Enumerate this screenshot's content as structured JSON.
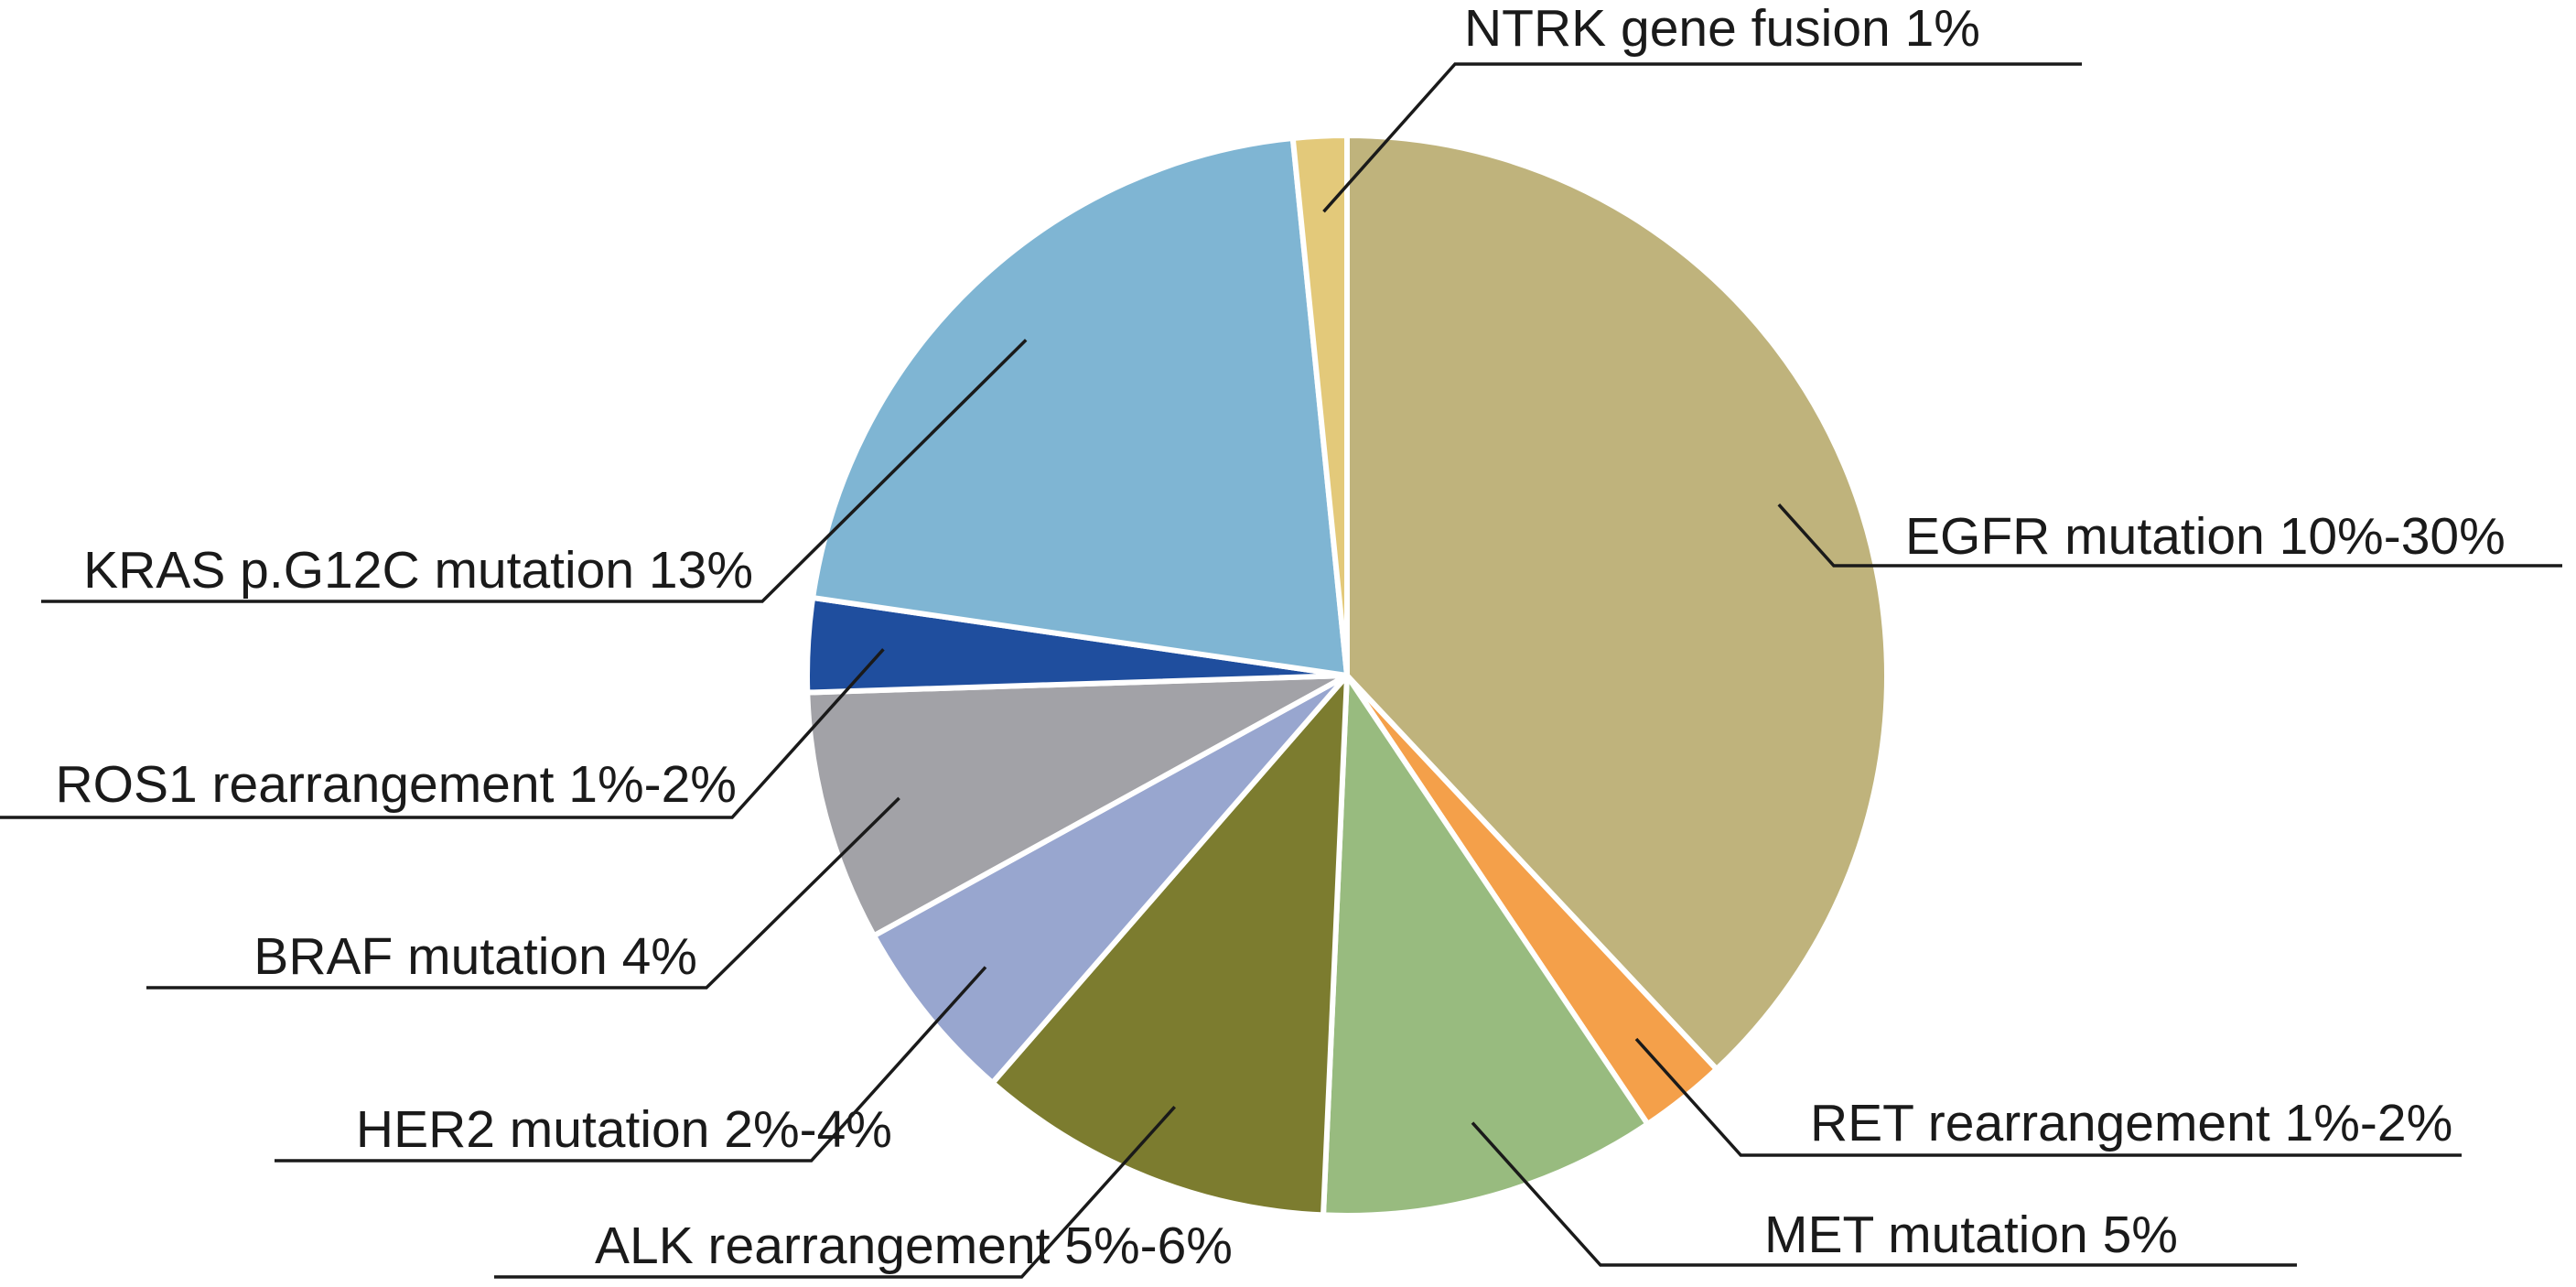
{
  "chart_data": {
    "type": "pie",
    "title": "",
    "start_angle_deg": 0,
    "direction": "clockwise",
    "slices": [
      {
        "label": "EGFR mutation 10%-30%",
        "value": 38.0,
        "color": "#BFB37C"
      },
      {
        "label": "RET rearrangement 1%-2%",
        "value": 2.6,
        "color": "#F4A04A"
      },
      {
        "label": "MET mutation 5%",
        "value": 10.1,
        "color": "#98BB7F"
      },
      {
        "label": "ALK rearrangement  5%-6%",
        "value": 10.7,
        "color": "#7C7C2F"
      },
      {
        "label": "HER2 mutation 2%-4%",
        "value": 5.6,
        "color": "#98A6CF"
      },
      {
        "label": "BRAF mutation 4%",
        "value": 7.5,
        "color": "#A2A2A7"
      },
      {
        "label": "ROS1 rearrangement 1%-2%",
        "value": 2.8,
        "color": "#1F4E9E"
      },
      {
        "label": "KRAS p.G12C mutation 13%",
        "value": 21.1,
        "color": "#7FB5D3"
      },
      {
        "label": "NTRK gene fusion 1%",
        "value": 1.6,
        "color": "#E3C97A"
      }
    ]
  }
}
